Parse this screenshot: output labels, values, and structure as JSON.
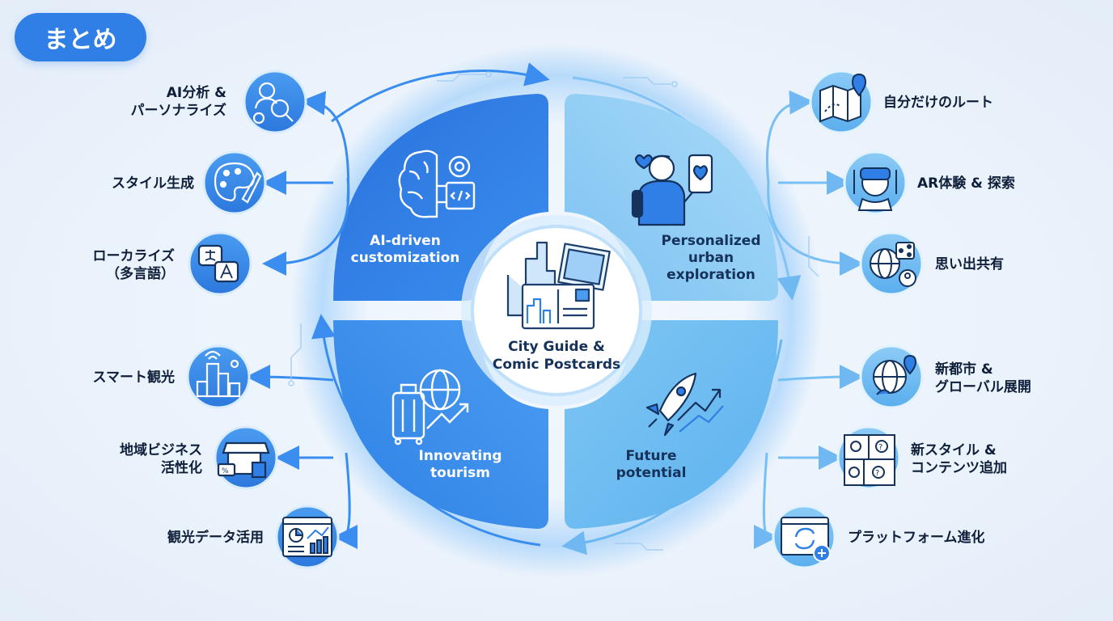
{
  "header": {
    "title": "まとめ"
  },
  "center": {
    "line1": "City Guide &",
    "line2": "Comic Postcards"
  },
  "quadrants": {
    "top_left": {
      "line1": "AI-driven",
      "line2": "customization"
    },
    "top_right": {
      "line1": "Personalized",
      "line2": "urban",
      "line3": "exploration"
    },
    "bottom_left": {
      "line1": "Innovating",
      "line2": "tourism"
    },
    "bottom_right": {
      "line1": "Future",
      "line2": "potential"
    }
  },
  "left_features": [
    {
      "line1": "AI分析 &",
      "line2": "パーソナライズ",
      "icon": "ai-analysis-icon"
    },
    {
      "line1": "スタイル生成",
      "icon": "palette-icon"
    },
    {
      "line1": "ローカライズ",
      "line2": "（多言語）",
      "icon": "translate-icon"
    },
    {
      "line1": "スマート観光",
      "icon": "smart-city-icon"
    },
    {
      "line1": "地域ビジネス",
      "line2": "活性化",
      "icon": "store-icon"
    },
    {
      "line1": "観光データ活用",
      "icon": "analytics-icon"
    }
  ],
  "right_features": [
    {
      "line1": "自分だけのルート",
      "icon": "map-route-icon"
    },
    {
      "line1": "AR体験 & 探索",
      "icon": "ar-headset-icon"
    },
    {
      "line1": "思い出共有",
      "icon": "globe-share-icon"
    },
    {
      "line1": "新都市 &",
      "line2": "グローバル展開",
      "icon": "globe-pin-icon"
    },
    {
      "line1": "新スタイル &",
      "line2": "コンテンツ追加",
      "icon": "comic-panels-icon"
    },
    {
      "line1": "プラットフォーム進化",
      "icon": "platform-update-icon"
    }
  ],
  "colors": {
    "primary": "#2f7fe6",
    "top_left": "#2e7be3",
    "top_right": "#8fccf4",
    "bottom_left": "#3a8de8",
    "bottom_right": "#6cbcf1",
    "icon_circle": "#3c8ee9",
    "accent_line": "#4a9af0"
  }
}
